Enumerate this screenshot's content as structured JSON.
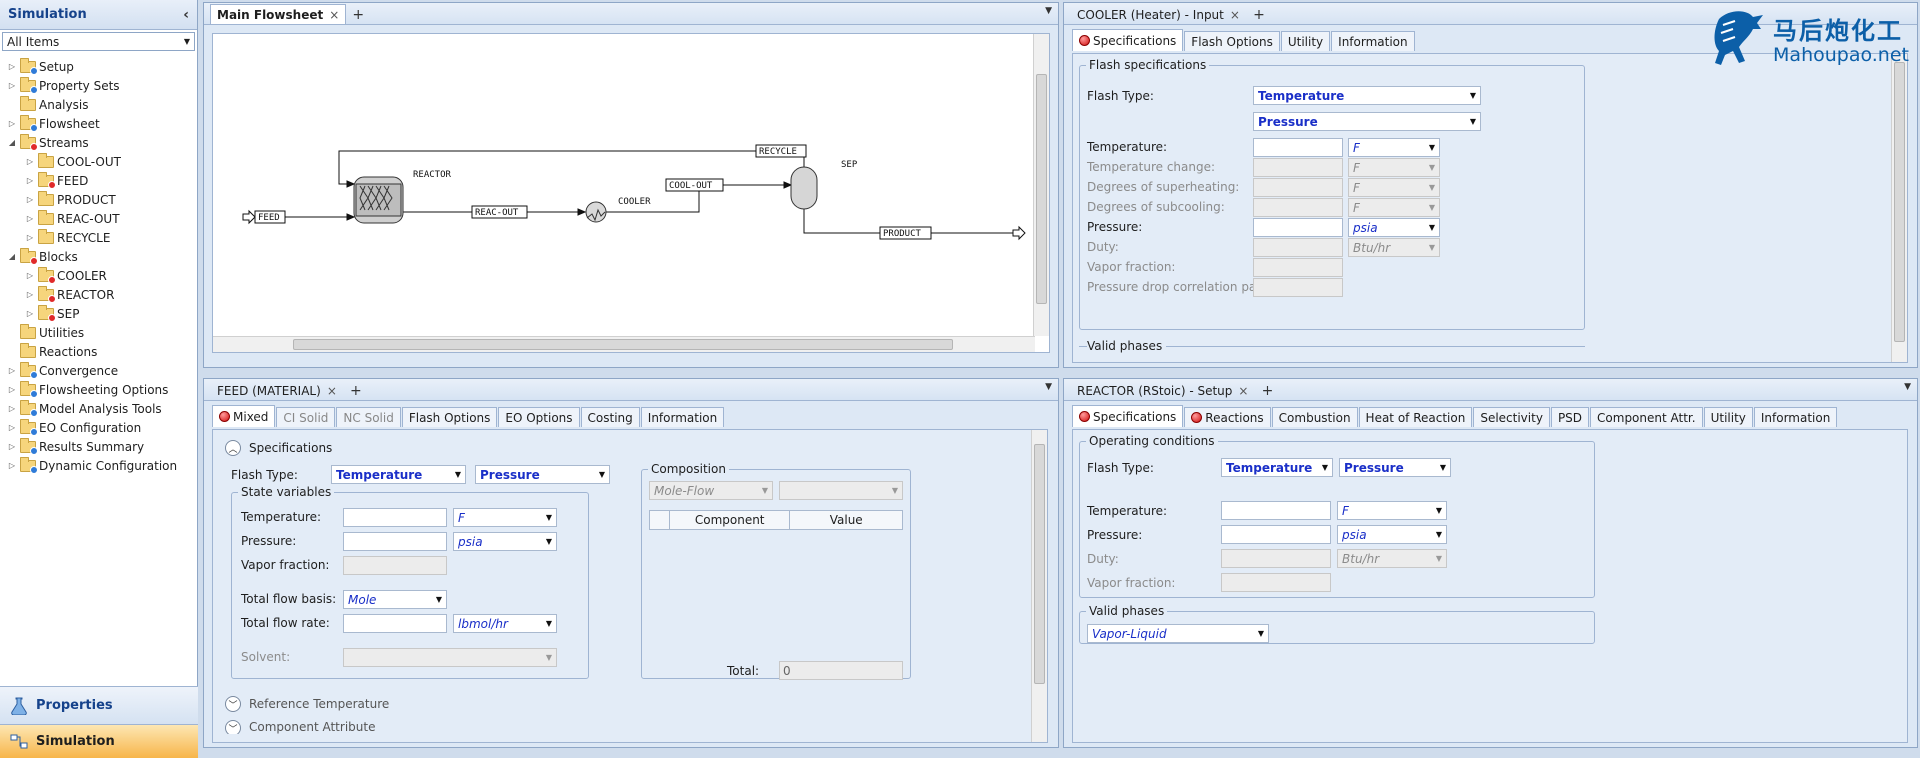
{
  "nav": {
    "title": "Simulation",
    "filter": "All Items",
    "tree": [
      {
        "label": "Setup",
        "indent": 0,
        "twisty": "▷",
        "badge": "ok"
      },
      {
        "label": "Property Sets",
        "indent": 0,
        "twisty": "▷",
        "badge": "ok"
      },
      {
        "label": "Analysis",
        "indent": 0,
        "twisty": "",
        "badge": ""
      },
      {
        "label": "Flowsheet",
        "indent": 0,
        "twisty": "▷",
        "badge": "ok"
      },
      {
        "label": "Streams",
        "indent": 0,
        "twisty": "◢",
        "badge": "err"
      },
      {
        "label": "COOL-OUT",
        "indent": 1,
        "twisty": "▷",
        "badge": ""
      },
      {
        "label": "FEED",
        "indent": 1,
        "twisty": "▷",
        "badge": "err"
      },
      {
        "label": "PRODUCT",
        "indent": 1,
        "twisty": "▷",
        "badge": ""
      },
      {
        "label": "REAC-OUT",
        "indent": 1,
        "twisty": "▷",
        "badge": ""
      },
      {
        "label": "RECYCLE",
        "indent": 1,
        "twisty": "▷",
        "badge": ""
      },
      {
        "label": "Blocks",
        "indent": 0,
        "twisty": "◢",
        "badge": "err"
      },
      {
        "label": "COOLER",
        "indent": 1,
        "twisty": "▷",
        "badge": "err"
      },
      {
        "label": "REACTOR",
        "indent": 1,
        "twisty": "▷",
        "badge": "err"
      },
      {
        "label": "SEP",
        "indent": 1,
        "twisty": "▷",
        "badge": "err"
      },
      {
        "label": "Utilities",
        "indent": 0,
        "twisty": "",
        "badge": ""
      },
      {
        "label": "Reactions",
        "indent": 0,
        "twisty": "",
        "badge": ""
      },
      {
        "label": "Convergence",
        "indent": 0,
        "twisty": "▷",
        "badge": "ok"
      },
      {
        "label": "Flowsheeting Options",
        "indent": 0,
        "twisty": "▷",
        "badge": "ok"
      },
      {
        "label": "Model Analysis Tools",
        "indent": 0,
        "twisty": "▷",
        "badge": "ok"
      },
      {
        "label": "EO Configuration",
        "indent": 0,
        "twisty": "▷",
        "badge": "ok"
      },
      {
        "label": "Results Summary",
        "indent": 0,
        "twisty": "▷",
        "badge": "ok"
      },
      {
        "label": "Dynamic Configuration",
        "indent": 0,
        "twisty": "▷",
        "badge": "ok"
      }
    ],
    "btn_properties": "Properties",
    "btn_simulation": "Simulation"
  },
  "flowsheet": {
    "tab": "Main Flowsheet",
    "labels": {
      "feed": "FEED",
      "reactor": "REACTOR",
      "reac_out": "REAC-OUT",
      "cooler": "COOLER",
      "cool_out": "COOL-OUT",
      "recycle": "RECYCLE",
      "sep": "SEP",
      "product": "PRODUCT"
    }
  },
  "cooler": {
    "tab": "COOLER (Heater) - Input",
    "subtabs": [
      "Specifications",
      "Flash Options",
      "Utility",
      "Information"
    ],
    "group_flash": "Flash specifications",
    "flash_type_label": "Flash Type:",
    "flash_type_1": "Temperature",
    "flash_type_2": "Pressure",
    "rows": [
      {
        "label": "Temperature:",
        "unit": "F",
        "enabled": true
      },
      {
        "label": "Temperature change:",
        "unit": "F",
        "enabled": false
      },
      {
        "label": "Degrees of superheating:",
        "unit": "F",
        "enabled": false
      },
      {
        "label": "Degrees of subcooling:",
        "unit": "F",
        "enabled": false
      },
      {
        "label": "Pressure:",
        "unit": "psia",
        "enabled": true
      },
      {
        "label": "Duty:",
        "unit": "Btu/hr",
        "enabled": false
      },
      {
        "label": "Vapor fraction:",
        "unit": "",
        "enabled": false
      },
      {
        "label": "Pressure drop correlation parameter:",
        "unit": "",
        "enabled": false
      }
    ],
    "group_valid": "Valid phases"
  },
  "feed": {
    "tab": "FEED (MATERIAL)",
    "subtabs": [
      "Mixed",
      "CI Solid",
      "NC Solid",
      "Flash Options",
      "EO Options",
      "Costing",
      "Information"
    ],
    "section_spec": "Specifications",
    "flash_type_label": "Flash Type:",
    "flash_type_1": "Temperature",
    "flash_type_2": "Pressure",
    "group_state": "State variables",
    "temperature_label": "Temperature:",
    "temperature_unit": "F",
    "pressure_label": "Pressure:",
    "pressure_unit": "psia",
    "vapor_label": "Vapor fraction:",
    "total_basis_label": "Total flow basis:",
    "total_basis": "Mole",
    "total_rate_label": "Total flow rate:",
    "total_rate_unit": "lbmol/hr",
    "solvent_label": "Solvent:",
    "group_comp": "Composition",
    "comp_basis": "Mole-Flow",
    "col_component": "Component",
    "col_value": "Value",
    "total_label": "Total:",
    "total_value": "0",
    "section_ref": "Reference Temperature",
    "section_cut": "Component Attribute"
  },
  "reactor": {
    "tab": "REACTOR (RStoic) - Setup",
    "subtabs": [
      "Specifications",
      "Reactions",
      "Combustion",
      "Heat of Reaction",
      "Selectivity",
      "PSD",
      "Component Attr.",
      "Utility",
      "Information"
    ],
    "group_op": "Operating conditions",
    "flash_type_label": "Flash Type:",
    "flash_type_1": "Temperature",
    "flash_type_2": "Pressure",
    "temperature_label": "Temperature:",
    "temperature_unit": "F",
    "pressure_label": "Pressure:",
    "pressure_unit": "psia",
    "duty_label": "Duty:",
    "duty_unit": "Btu/hr",
    "vapor_label": "Vapor fraction:",
    "group_valid": "Valid phases",
    "valid_phases": "Vapor-Liquid"
  },
  "watermark": {
    "cn": "马后炮化工",
    "en": "Mahoupao.net"
  }
}
